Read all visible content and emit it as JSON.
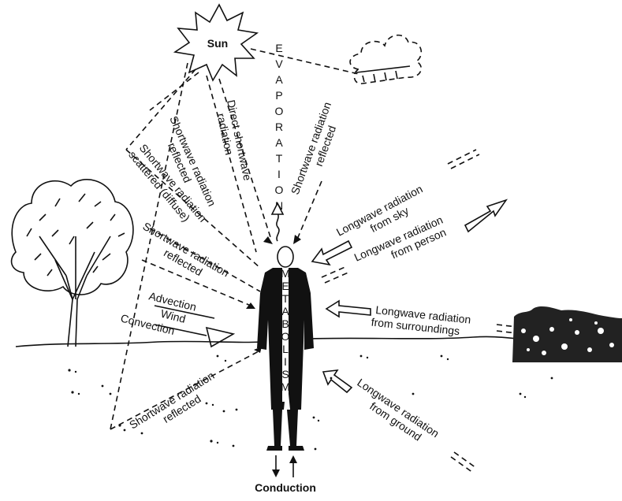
{
  "labels": {
    "sun": "Sun",
    "evaporation": "EVAPORATION",
    "metabolism": "METABOLISM",
    "direct_shortwave": [
      "Direct shortwave",
      "radiation"
    ],
    "shortwave_reflected_sky": [
      "Shortwave radiation",
      "reflected"
    ],
    "shortwave_reflected_top": [
      "Shortwave radiation",
      "reflected"
    ],
    "shortwave_scattered": [
      "Shortwave radiation",
      "scattered (diffuse)"
    ],
    "shortwave_reflected_tree": [
      "Shortwave radiation",
      "reflected"
    ],
    "advection": "Advection",
    "wind": "Wind",
    "convection": "Convection",
    "shortwave_reflected_ground": [
      "Shortwave radiation",
      "reflected"
    ],
    "longwave_sky": [
      "Longwave radiation",
      "from sky"
    ],
    "longwave_person": [
      "Longwave radiation",
      "from person"
    ],
    "longwave_surroundings": [
      "Longwave radiation",
      "from surroundings"
    ],
    "longwave_ground": [
      "Longwave radiation",
      "from ground"
    ],
    "conduction": "Conduction"
  }
}
